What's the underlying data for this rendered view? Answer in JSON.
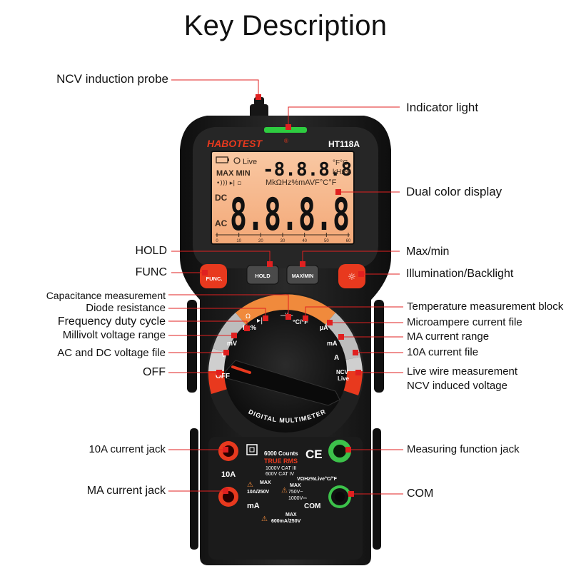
{
  "title": "Key Description",
  "device": {
    "brand": "HABOTEST",
    "brand_mark": "®",
    "model": "HT118A",
    "lcd": {
      "live": "Live",
      "maxmin": "MAX MIN",
      "small_digits": "-8.8.8.8",
      "unit_top1": "°F°C",
      "unit_top2": "kHz%",
      "unit_row": "MkΩHz%mAVF°C°F",
      "dc": "DC",
      "ac": "AC",
      "big_digits": "8.8.8.8",
      "scale": [
        "0",
        "10",
        "20",
        "30",
        "40",
        "50",
        "60"
      ]
    },
    "buttons": {
      "hold": "HOLD",
      "maxmin": "MAX/MIN",
      "func": "FUNC."
    },
    "dial": {
      "off": "OFF",
      "ncv": "NCV",
      "live": "Live",
      "hz": "Hz%",
      "mv": "mV",
      "temp": "°C/°F",
      "ua": "µA",
      "ma": "mA",
      "a": "A"
    },
    "arc_text": "DIGITAL MULTIMETER",
    "counts": "6000 Counts",
    "true_rms": "TRUE RMS",
    "cat1": "1000V CAT III",
    "cat2": "600V CAT IV",
    "jack_10a": "10A",
    "jack_ma": "mA",
    "jack_com": "COM",
    "max_10a_1": "MAX",
    "max_10a_2": "10A/250V",
    "max_v_1": "MAX",
    "max_v_2": "750V~",
    "max_v_3": "1000V⎓",
    "v_funcs": "VΩHz%Live°C/°F",
    "max_ma_1": "MAX",
    "max_ma_2": "600mA/250V"
  },
  "labels": {
    "ncv_probe": "NCV induction probe",
    "indicator_light": "Indicator light",
    "dual_display": "Dual color display",
    "hold": "HOLD",
    "func": "FUNC",
    "maxmin": "Max/min",
    "illumination": "Illumination/Backlight",
    "capacitance": "Capacitance measurement",
    "diode": "Diode resistance",
    "frequency": "Frequency duty cycle",
    "millivolt": "Millivolt voltage range",
    "acdc": "AC and DC voltage file",
    "off": "OFF",
    "temperature": "Temperature measurement block",
    "microampere": "Microampere current file",
    "ma_range": "MA current range",
    "ten_a": "10A current file",
    "live_wire": "Live wire measurement",
    "ncv_voltage": "NCV induced voltage",
    "jack_10a": "10A current jack",
    "jack_ma": "MA current jack",
    "measuring_jack": "Measuring function jack",
    "com": "COM"
  },
  "colors": {
    "callout": "#e02020",
    "body": "#1e1e1e",
    "lcd": "#f7b98e",
    "accent": "#e8391e",
    "indicator": "#2ecc40"
  }
}
